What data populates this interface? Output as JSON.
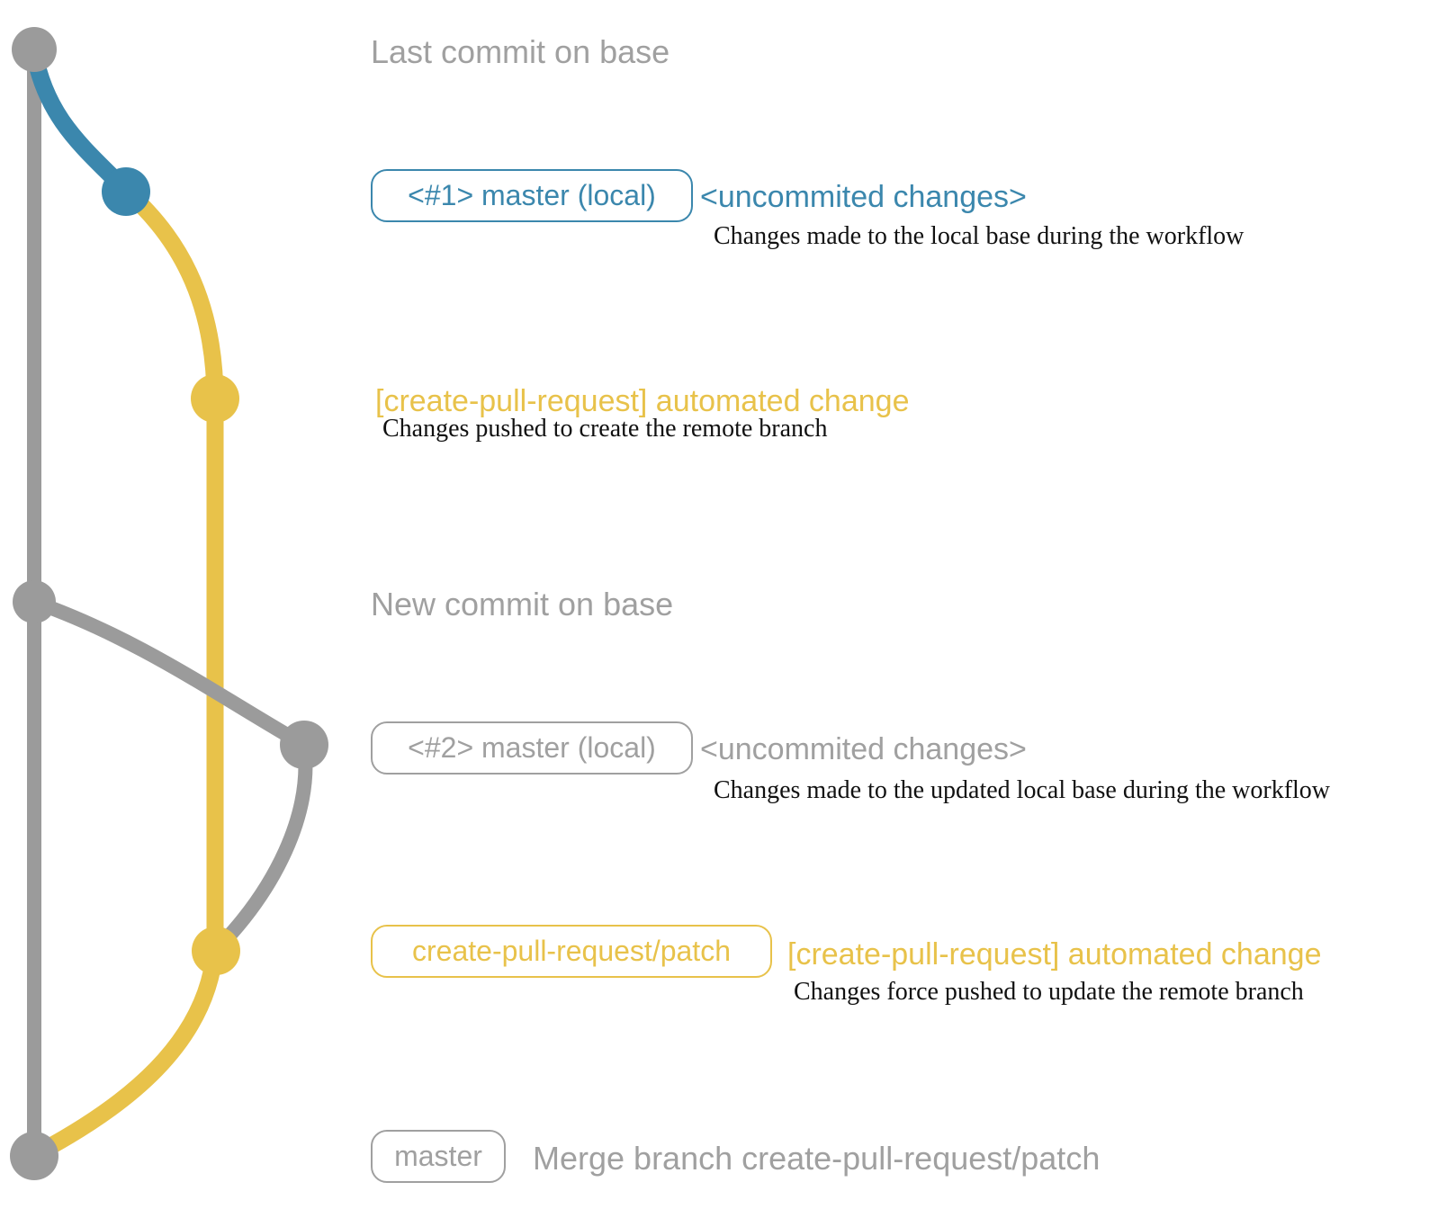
{
  "colors": {
    "gray": "#9b9b9b",
    "gray_text": "#a0a0a0",
    "blue": "#3b87ad",
    "yellow": "#e8c24a",
    "note_black": "#111111"
  },
  "rows": {
    "row1": {
      "label": "Last commit on base"
    },
    "row2": {
      "badge": "<#1> master (local)",
      "message": "<uncommited changes>",
      "note": "Changes made to the local base during the workflow"
    },
    "row3": {
      "message": "[create-pull-request] automated change",
      "note": "Changes pushed to create the remote branch"
    },
    "row4": {
      "label": "New commit on base"
    },
    "row5": {
      "badge": "<#2> master (local)",
      "message": "<uncommited changes>",
      "note": "Changes made to the updated local base during the workflow"
    },
    "row6": {
      "badge": "create-pull-request/patch",
      "message": "[create-pull-request] automated change",
      "note": "Changes force pushed to update the remote branch"
    },
    "row7": {
      "badge": "master",
      "message": "Merge branch create-pull-request/patch"
    }
  }
}
